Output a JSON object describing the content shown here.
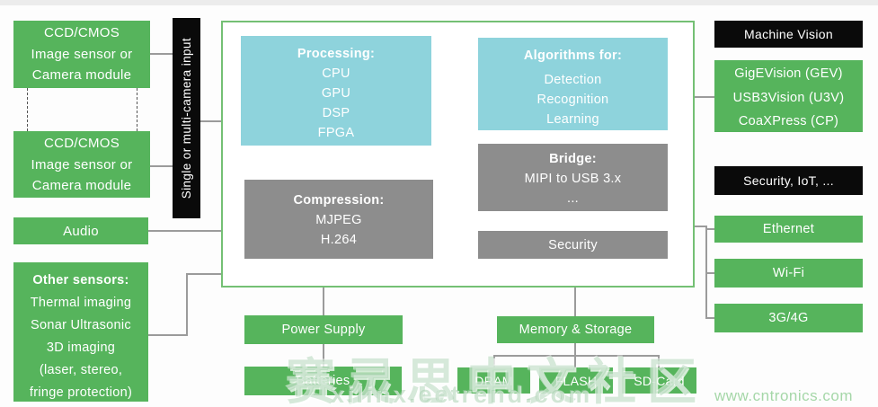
{
  "colors": {
    "green": "#56b45c",
    "teal": "#8ed3dc",
    "gray": "#8d8d8d",
    "black": "#0a0a0a",
    "connector_line": "#9b9b9b",
    "container_border": "#74c074",
    "watermark_green": "#a5d7a8"
  },
  "sensors": {
    "camera1": [
      "CCD/CMOS",
      "Image sensor or",
      "Camera module"
    ],
    "camera2": [
      "CCD/CMOS",
      "Image sensor or",
      "Camera module"
    ],
    "audio": "Audio",
    "other_title": "Other sensors:",
    "other_items": [
      "Thermal imaging",
      "Sonar Ultrasonic",
      "3D imaging",
      "(laser, stereo,",
      "fringe protection)"
    ]
  },
  "input_bar_label": "Single or multi-camera input",
  "core": {
    "processing_title": "Processing:",
    "processing_items": [
      "CPU",
      "GPU",
      "DSP",
      "FPGA"
    ],
    "compression_title": "Compression:",
    "compression_items": [
      "MJPEG",
      "H.264"
    ],
    "algorithms_title": "Algorithms for:",
    "algorithms_items": [
      "Detection",
      "Recognition",
      "Learning"
    ],
    "bridge_title": "Bridge:",
    "bridge_items": [
      "MIPI to USB 3.x",
      "..."
    ],
    "security_label": "Security"
  },
  "right": {
    "machine_vision_label": "Machine Vision",
    "machine_vision_items": [
      "GigEVision (GEV)",
      "USB3Vision (U3V)",
      "CoaXPress (CP)"
    ],
    "security_iot_label": "Security, IoT, ...",
    "connectivity_items": [
      "Ethernet",
      "Wi-Fi",
      "3G/4G"
    ]
  },
  "bottom": {
    "power_supply_label": "Power Supply",
    "batteries_label": "Batteries",
    "memory_label": "Memory & Storage",
    "storage_items": [
      "DRAM",
      "FLASH",
      "SD-Card"
    ]
  },
  "watermarks": {
    "primary": "赛灵思中文社区",
    "secondary": "xilinx.eetrend.com",
    "corner": "www.cntronics.com"
  }
}
